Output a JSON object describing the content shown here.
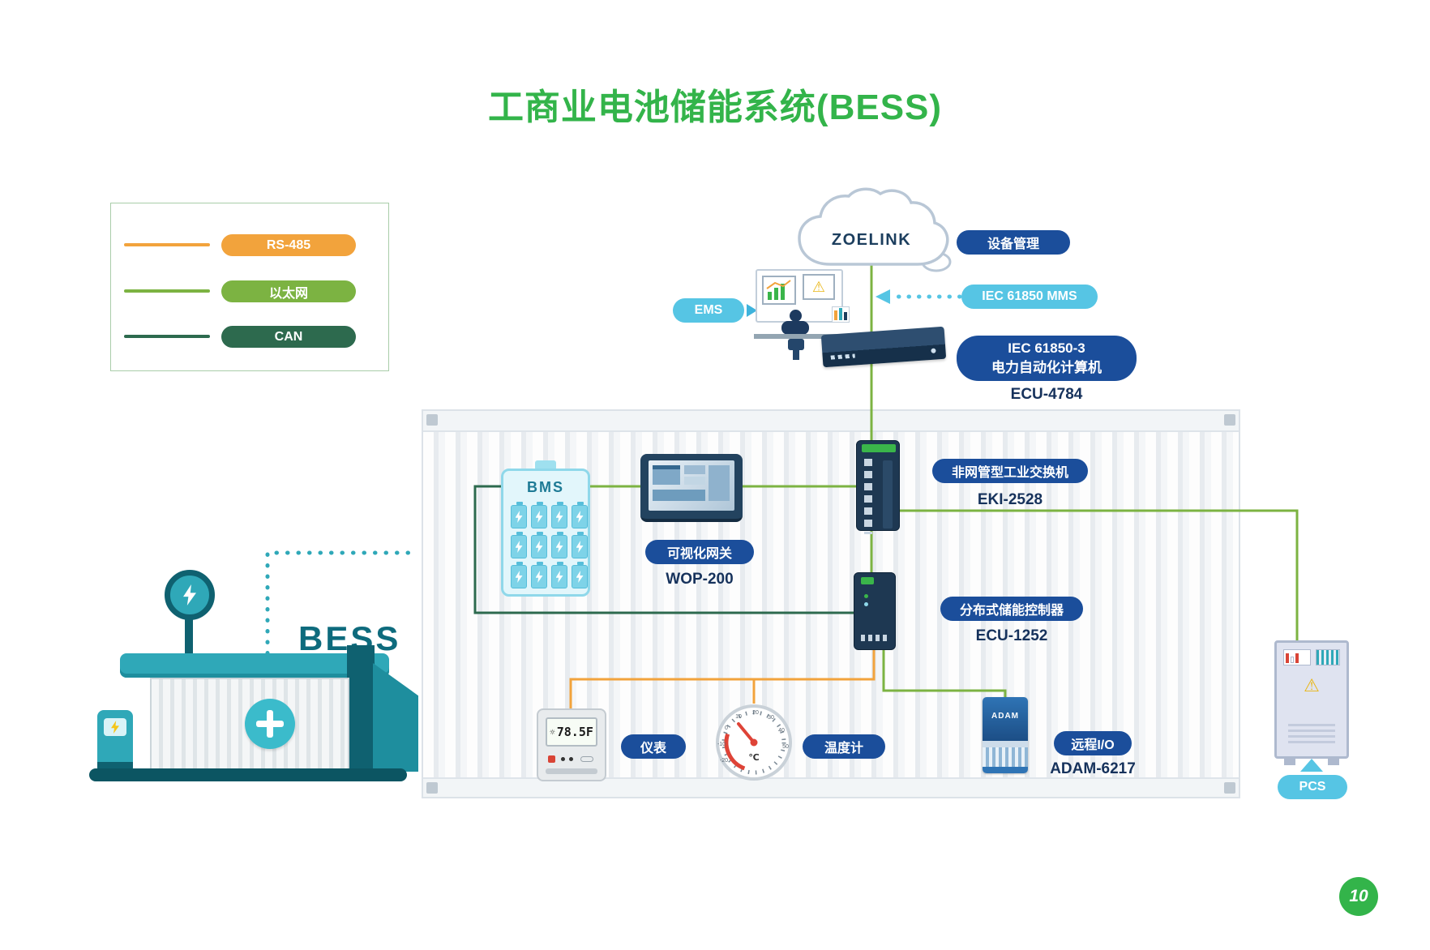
{
  "title": "工商业电池储能系统(BESS)",
  "page_number": "10",
  "legend": {
    "items": [
      {
        "label": "RS-485",
        "color": "#F2A33C"
      },
      {
        "label": "以太网",
        "color": "#7CB342"
      },
      {
        "label": "CAN",
        "color": "#2D6A4E"
      }
    ]
  },
  "cloud": {
    "label": "ZOELINK"
  },
  "labels": {
    "device_management": "设备管理",
    "ems": "EMS",
    "iec_mms": "IEC 61850 MMS",
    "iec_computer_line1": "IEC 61850-3",
    "iec_computer_line2": "电力自动化计算机",
    "ecu4784": "ECU-4784",
    "switch_pill": "非网管型工业交换机",
    "eki2528": "EKI-2528",
    "gateway_pill": "可视化网关",
    "wop200": "WOP-200",
    "controller_pill": "分布式储能控制器",
    "ecu1252": "ECU-1252",
    "meter_pill": "仪表",
    "thermometer_pill": "温度计",
    "remote_io_pill": "远程I/O",
    "adam6217": "ADAM-6217",
    "pcs": "PCS",
    "bms": "BMS",
    "bess": "BESS",
    "adam_logo": "ADAM"
  },
  "devices": {
    "meter_icon": "☼",
    "meter_reading": "78.5F",
    "thermometer_unit": "℃",
    "thermometer_scale": [
      "-20",
      "-10",
      "0",
      "10",
      "20",
      "30",
      "40",
      "50"
    ]
  },
  "colors": {
    "title_green": "#33B44A",
    "dark_blue_pill": "#1B4E9B",
    "light_blue_pill": "#56C5E4",
    "rs485": "#F2A33C",
    "ethernet": "#7CB342",
    "can": "#2D6A4E",
    "teal": "#2FA8B8"
  }
}
